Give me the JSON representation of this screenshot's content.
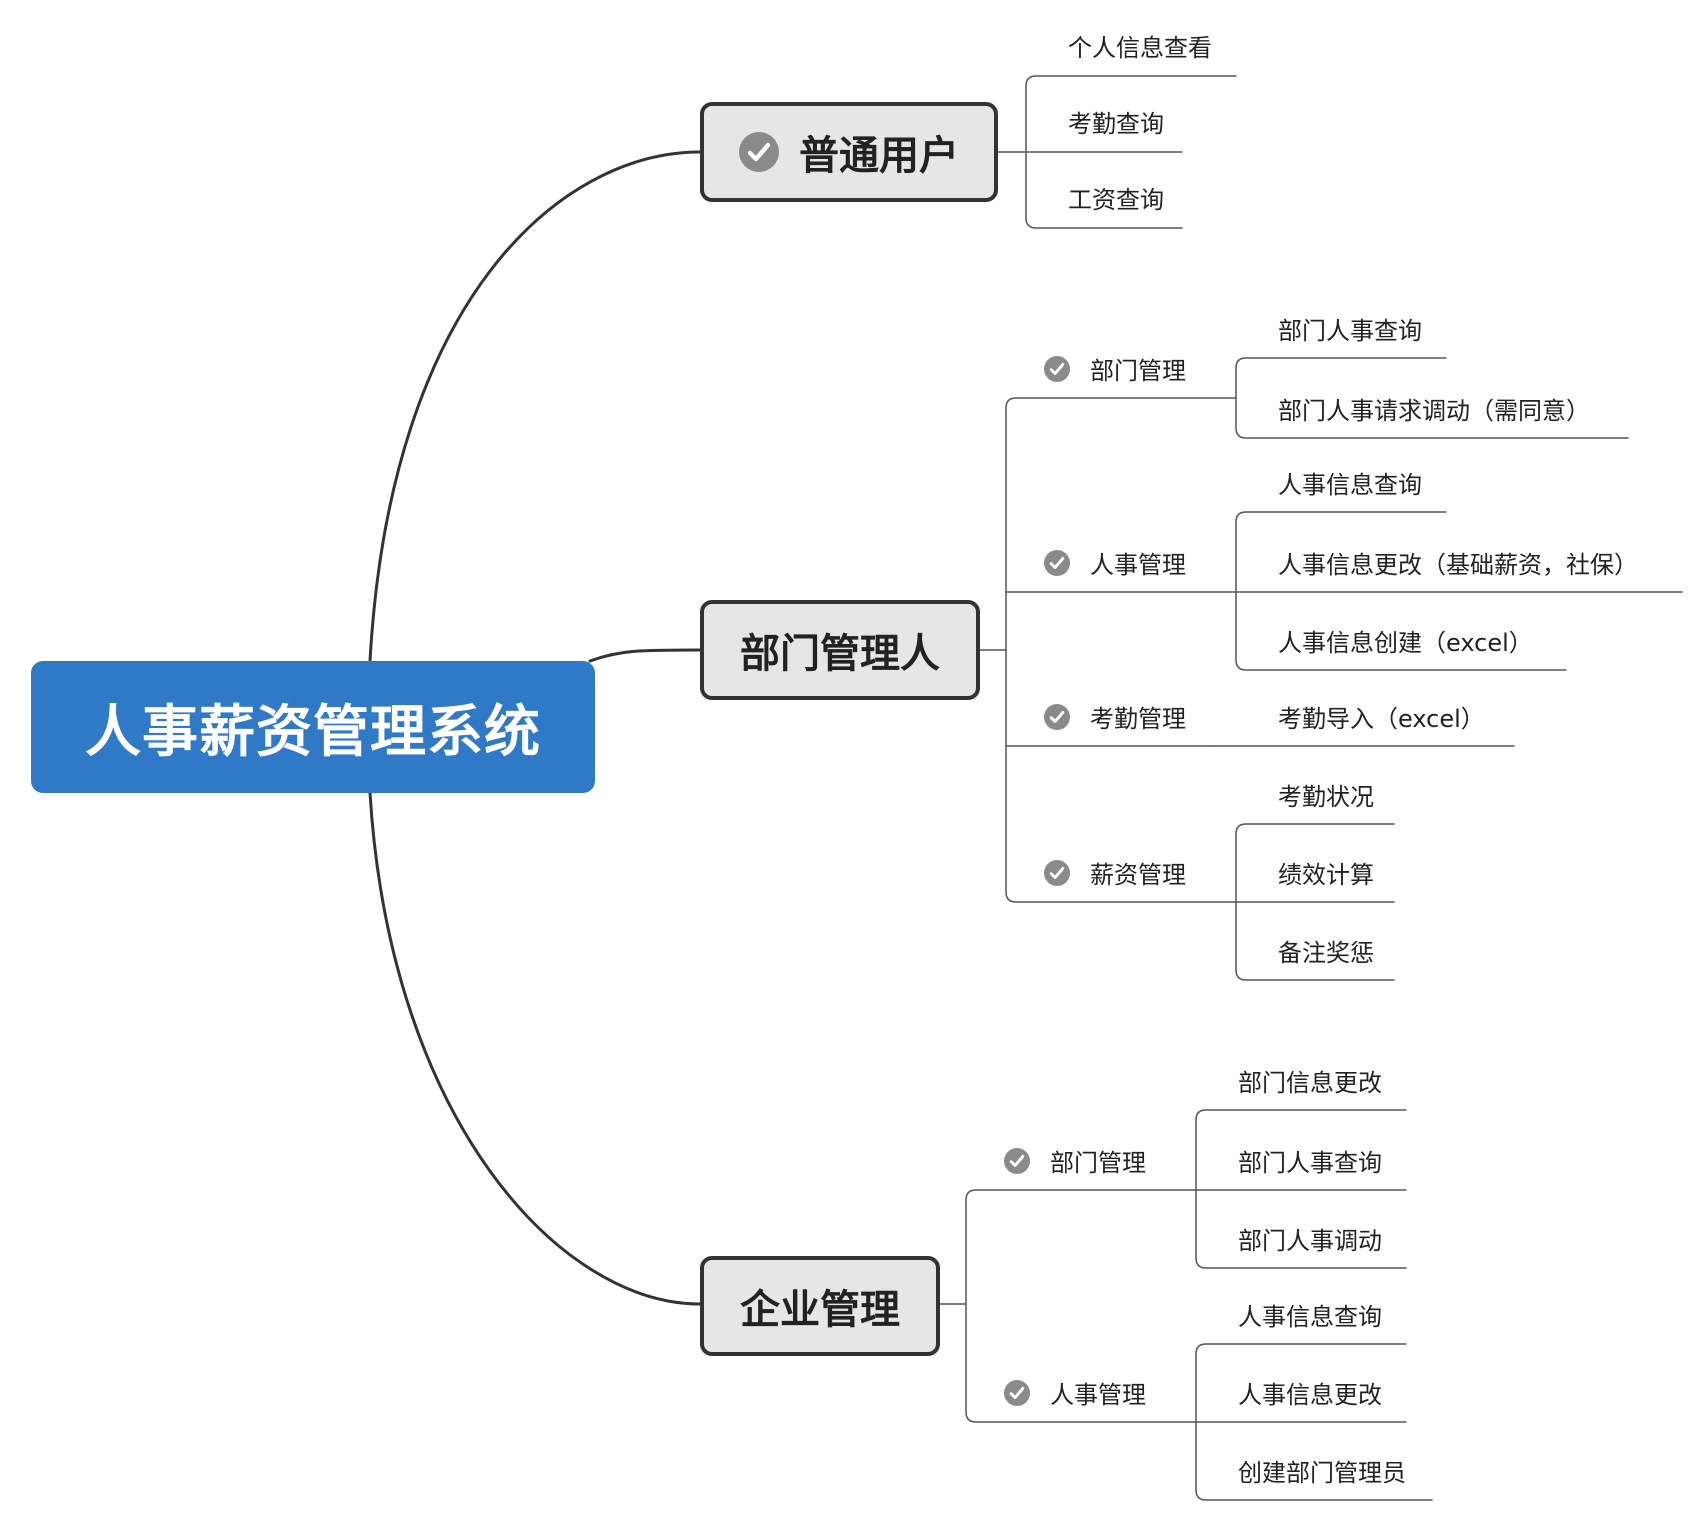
{
  "root": {
    "label": "人事薪资管理系统"
  },
  "user": {
    "label": "普通用户",
    "items": [
      "个人信息查看",
      "考勤查询",
      "工资查询"
    ]
  },
  "dept": {
    "label": "部门管理人",
    "groups": [
      {
        "label": "部门管理",
        "items": [
          "部门人事查询",
          "部门人事请求调动（需同意）"
        ]
      },
      {
        "label": "人事管理",
        "items": [
          "人事信息查询",
          "人事信息更改（基础薪资，社保）",
          "人事信息创建（excel）"
        ]
      },
      {
        "label": "考勤管理",
        "items": [
          "考勤导入（excel）"
        ]
      },
      {
        "label": "薪资管理",
        "items": [
          "考勤状况",
          "绩效计算",
          "备注奖惩"
        ]
      }
    ]
  },
  "ent": {
    "label": "企业管理",
    "groups": [
      {
        "label": "部门管理",
        "items": [
          "部门信息更改",
          "部门人事查询",
          "部门人事调动"
        ]
      },
      {
        "label": "人事管理",
        "items": [
          "人事信息查询",
          "人事信息更改",
          "创建部门管理员"
        ]
      }
    ]
  },
  "icons": {
    "topic_marker": "check-circle-icon"
  },
  "colors": {
    "root_fill": "#3079c6",
    "topic_fill": "#e6e6e6",
    "marker": "#8a8a8a",
    "line": "#333333"
  }
}
